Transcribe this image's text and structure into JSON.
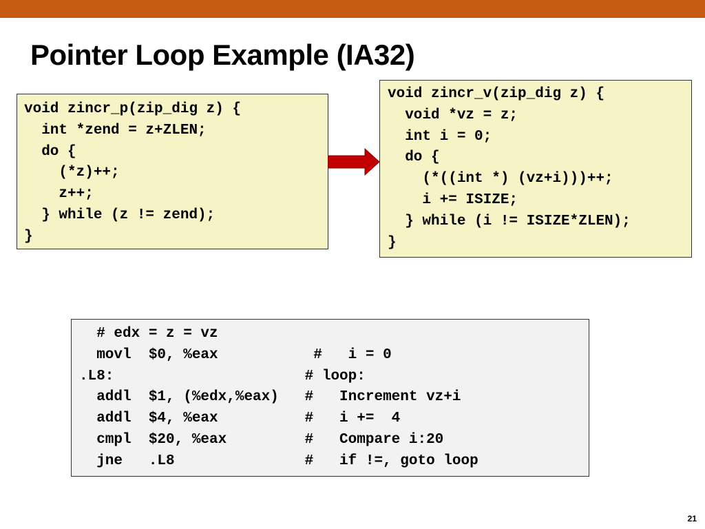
{
  "slide": {
    "title": "Pointer Loop Example (IA32)",
    "page_number": "21",
    "colors": {
      "top_bar": "#c55a11",
      "code_box_yellow": "#f6f4c6",
      "code_box_gray": "#f2f2f2",
      "arrow": "#c00000"
    }
  },
  "code_left": {
    "lines": [
      "void zincr_p(zip_dig z) {",
      "  int *zend = z+ZLEN;",
      "  do {",
      "    (*z)++;",
      "    z++;",
      "  } while (z != zend);",
      "}"
    ]
  },
  "code_right": {
    "lines": [
      "void zincr_v(zip_dig z) {",
      "  void *vz = z;",
      "  int i = 0;",
      "  do {",
      "    (*((int *) (vz+i)))++;",
      "    i += ISIZE;",
      "  } while (i != ISIZE*ZLEN);",
      "}"
    ]
  },
  "code_asm": {
    "lines": [
      "  # edx = z = vz",
      "  movl  $0, %eax           #   i = 0",
      ".L8:                      # loop:",
      "  addl  $1, (%edx,%eax)   #   Increment vz+i",
      "  addl  $4, %eax          #   i +=  4",
      "  cmpl  $20, %eax         #   Compare i:20",
      "  jne   .L8               #   if !=, goto loop"
    ]
  },
  "arrow": {
    "icon": "right-arrow-icon"
  }
}
